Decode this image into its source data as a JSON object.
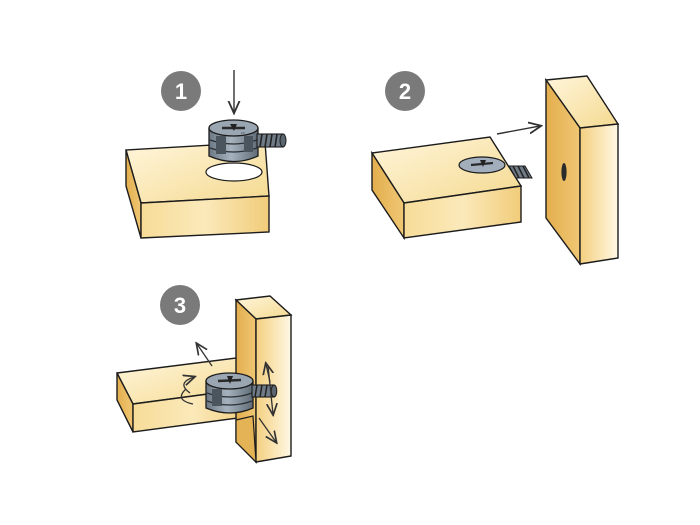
{
  "diagram": {
    "steps": [
      {
        "number": "1",
        "title": ""
      },
      {
        "number": "2",
        "title": ""
      },
      {
        "number": "3",
        "title": ""
      }
    ],
    "colors": {
      "badge": "#7a7a7a",
      "wood_light": "#fdf0c8",
      "wood_mid": "#f3cf7f",
      "wood_dark": "#dca84a",
      "metal": "#8b98a5",
      "metal_dark": "#5d6974",
      "outline": "#1c1c1c",
      "arrow": "#333333"
    },
    "icons": [
      "cam-lock-fitting-icon",
      "connecting-bolt-icon",
      "wood-panel-icon",
      "arrow-icon",
      "rotate-arrow-icon"
    ]
  }
}
